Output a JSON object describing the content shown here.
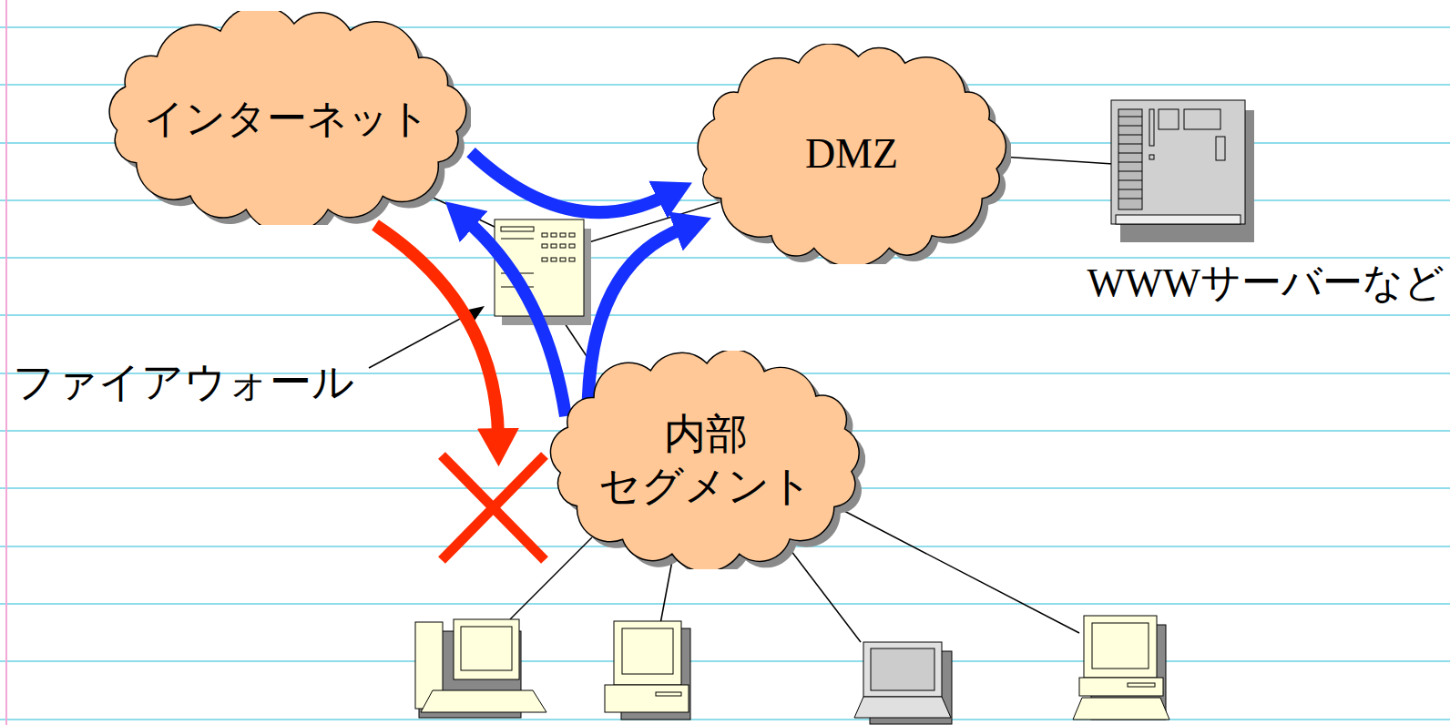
{
  "diagram": {
    "nodes": [
      {
        "text": [
          "インターネット"
        ]
      },
      {
        "text": [
          "DMZ"
        ]
      },
      {
        "text": [
          "内部 セグメント"
        ]
      }
    ],
    "edges": [
      {
        "from": 0,
        "to": 1,
        "arrow": "to"
      },
      {
        "from": 2,
        "to": 0,
        "arrow": "to"
      },
      {
        "from": 2,
        "to": 1,
        "arrow": "to"
      },
      {
        "from": 0,
        "to": 2,
        "arrow": "to"
      }
    ],
    "labels": [
      "ファイアウォール",
      "WWWサーバーなど"
    ]
  }
}
